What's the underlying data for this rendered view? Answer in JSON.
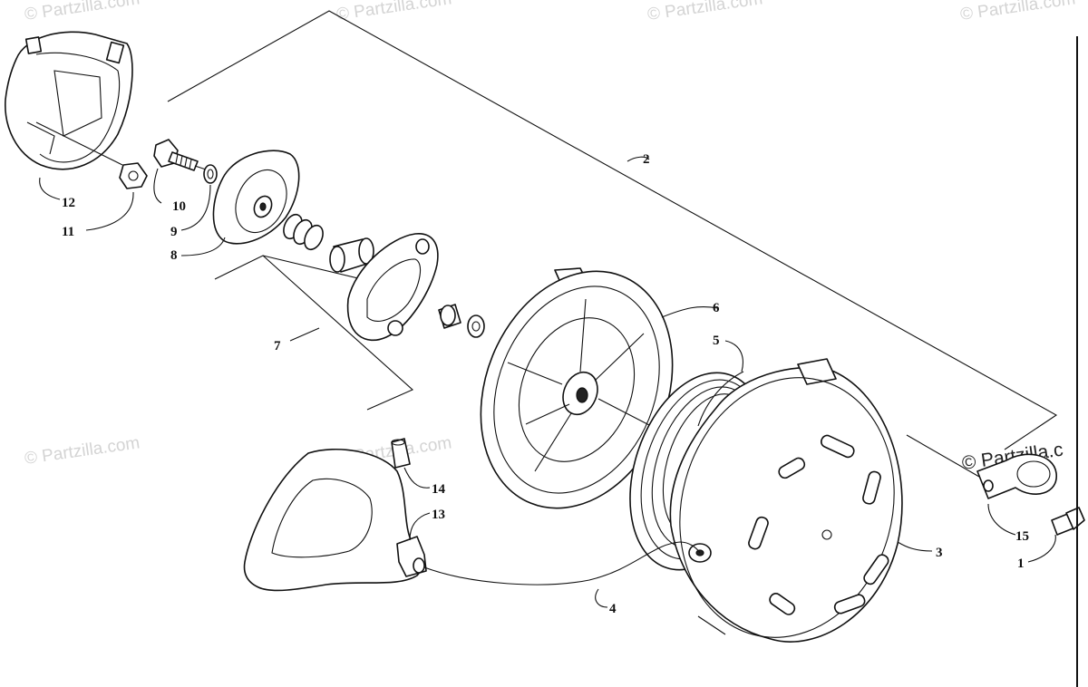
{
  "diagram": {
    "callouts": [
      {
        "id": "c1",
        "label": "1"
      },
      {
        "id": "c2",
        "label": "2"
      },
      {
        "id": "c3",
        "label": "3"
      },
      {
        "id": "c4",
        "label": "4"
      },
      {
        "id": "c5",
        "label": "5"
      },
      {
        "id": "c6",
        "label": "6"
      },
      {
        "id": "c7",
        "label": "7"
      },
      {
        "id": "c8",
        "label": "8"
      },
      {
        "id": "c9",
        "label": "9"
      },
      {
        "id": "c10",
        "label": "10"
      },
      {
        "id": "c11",
        "label": "11"
      },
      {
        "id": "c12",
        "label": "12"
      },
      {
        "id": "c13",
        "label": "13"
      },
      {
        "id": "c14",
        "label": "14"
      },
      {
        "id": "c15",
        "label": "15"
      }
    ],
    "watermark": "© Partzilla.com",
    "watermark_edge": "© Partzilla.c",
    "colors": {
      "line": "#111111",
      "watermark": "#d4d4d4",
      "background": "#ffffff"
    }
  }
}
